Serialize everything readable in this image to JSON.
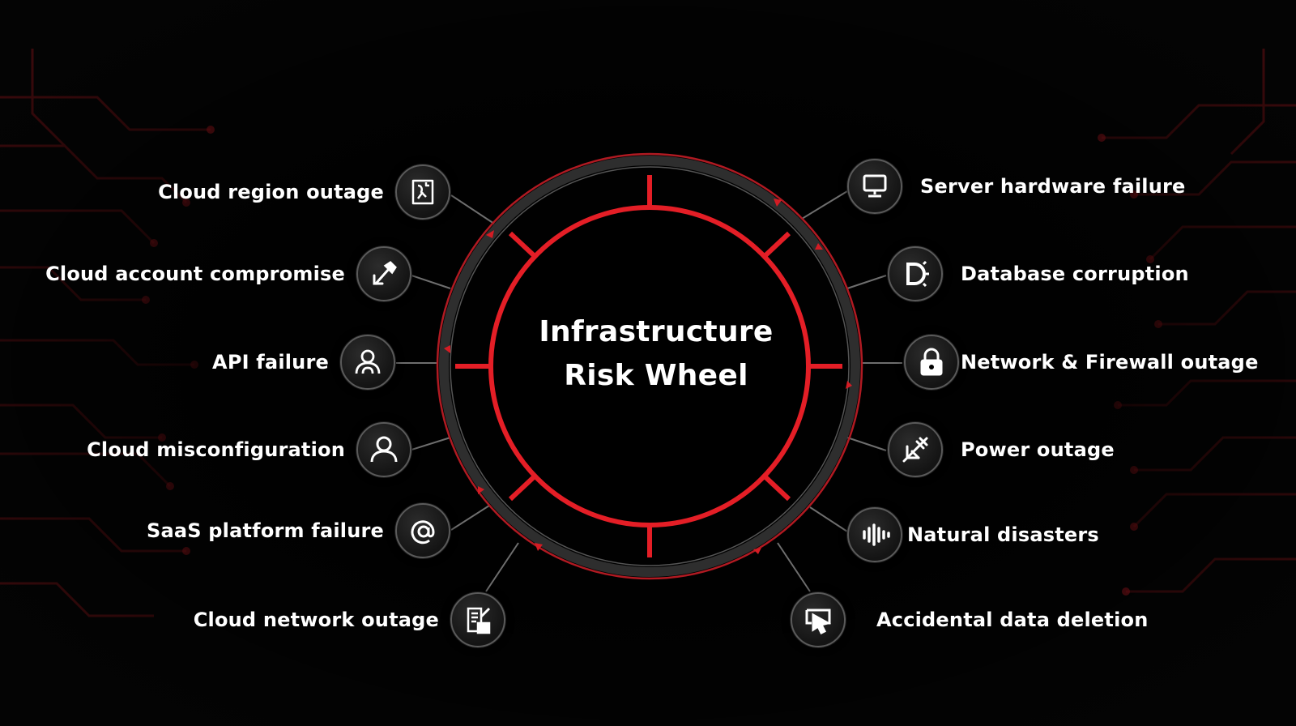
{
  "title": {
    "line1": "Infrastructure",
    "line2": "Risk Wheel"
  },
  "colors": {
    "accent": "#e41e26",
    "ring_outer": "#3a3a3a",
    "background": "#040404",
    "text": "#ffffff"
  },
  "risks_left": [
    {
      "label": "Cloud region outage",
      "icon": "region-map-icon"
    },
    {
      "label": "Cloud account compromise",
      "icon": "wrench-tool-icon"
    },
    {
      "label": "API failure",
      "icon": "user-group-icon"
    },
    {
      "label": "Cloud misconfiguration",
      "icon": "user-icon"
    },
    {
      "label": "SaaS platform failure",
      "icon": "at-sign-icon"
    },
    {
      "label": "Cloud network outage",
      "icon": "document-report-icon"
    }
  ],
  "risks_right": [
    {
      "label": "Server hardware failure",
      "icon": "monitor-icon"
    },
    {
      "label": "Database corruption",
      "icon": "database-gear-icon"
    },
    {
      "label": "Network & Firewall outage",
      "icon": "lock-icon"
    },
    {
      "label": "Power outage",
      "icon": "power-plug-icon"
    },
    {
      "label": "Natural disasters",
      "icon": "sound-bars-icon"
    },
    {
      "label": "Accidental data deletion",
      "icon": "delete-cursor-icon"
    }
  ]
}
